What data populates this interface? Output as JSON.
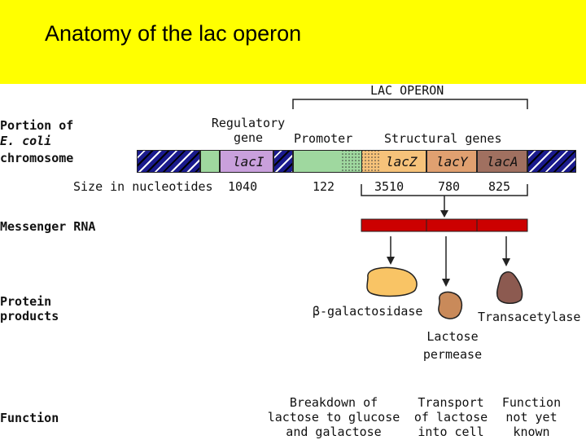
{
  "title": "Anatomy of the lac operon",
  "header": {
    "operon": "LAC OPERON",
    "regulatory": "Regulatory",
    "gene": "gene",
    "promoter": "Promoter",
    "structural": "Structural genes"
  },
  "rows": {
    "portion_line1": "Portion of",
    "portion_line2": "E. coli",
    "portion_line3": "chromosome",
    "size_label": "Size in nucleotides",
    "mrna": "Messenger RNA",
    "protein_line1": "Protein",
    "protein_line2": "products",
    "function": "Function"
  },
  "genes": {
    "lacI": "lacI",
    "lacZ": "lacZ",
    "lacY": "lacY",
    "lacA": "lacA"
  },
  "sizes": {
    "lacI": "1040",
    "promoter": "122",
    "lacZ": "3510",
    "lacY": "780",
    "lacA": "825"
  },
  "proteins": {
    "galactosidase": "β-galactosidase",
    "permease_line1": "Lactose",
    "permease_line2": "permease",
    "transacetylase": "Transacetylase"
  },
  "functions": {
    "f1_l1": "Breakdown of",
    "f1_l2": "lactose to glucose",
    "f1_l3": "and galactose",
    "f2_l1": "Transport",
    "f2_l2": "of lactose",
    "f2_l3": "into cell",
    "f3_l1": "Function",
    "f3_l2": "not yet",
    "f3_l3": "known"
  },
  "colors": {
    "banner": "#ffff00",
    "lacI": "#c9a0dc",
    "green": "#9fd89f",
    "lacZ": "#f6c27a",
    "lacY": "#e0a070",
    "lacA": "#a07060",
    "mrna": "#cc0000",
    "galactosidase": "#f9c465",
    "permease": "#c98a5a",
    "transacetylase": "#8c5a50"
  }
}
